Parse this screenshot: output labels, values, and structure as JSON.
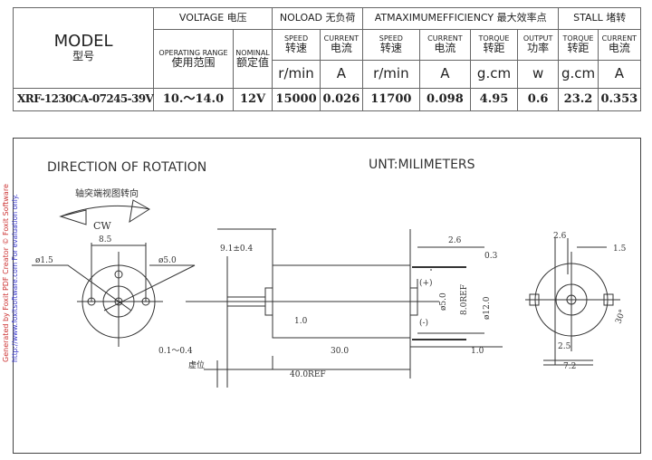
{
  "table": {
    "model_label": "MODEL",
    "model_cn": "型号",
    "voltage": "VOLTAGE 电压",
    "noload": "NOLOAD 无负荷",
    "maxeff": "ATMAXIMUMEFFICIENCY 最大效率点",
    "stall": "STALL 堵转",
    "cols": [
      {
        "en": "OPERATING RANGE",
        "cn": "使用范围",
        "unit": "",
        "value": "10.～14.0"
      },
      {
        "en": "NOMINAL",
        "cn": "额定值",
        "unit": "",
        "value": "12V"
      },
      {
        "en": "SPEED",
        "cn": "转速",
        "unit": "r/min",
        "value": "15000"
      },
      {
        "en": "CURRENT",
        "cn": "电流",
        "unit": "A",
        "value": "0.026"
      },
      {
        "en": "SPEED",
        "cn": "转速",
        "unit": "r/min",
        "value": "11700"
      },
      {
        "en": "CURRENT",
        "cn": "电流",
        "unit": "A",
        "value": "0.098"
      },
      {
        "en": "TORQUE",
        "cn": "转距",
        "unit": "g.cm",
        "value": "4.95"
      },
      {
        "en": "OUTPUT",
        "cn": "功率",
        "unit": "w",
        "value": "0.6"
      },
      {
        "en": "TORQUE",
        "cn": "转距",
        "unit": "g.cm",
        "value": "23.2"
      },
      {
        "en": "CURRENT",
        "cn": "电流",
        "unit": "A",
        "value": "0.353"
      }
    ],
    "model_value": "XRF-1230CA-07245-39V"
  },
  "drawing": {
    "direction_title": "DIRECTION OF ROTATION",
    "unit_title": "UNT:MILIMETERS",
    "view_note": "轴突端视图转向",
    "rotation": "CW",
    "dims": {
      "d85": "8.5",
      "phi15": "ø1.5",
      "phi50": "ø5.0",
      "d91": "9.1±0.4",
      "d26": "2.6",
      "d03": "0.3",
      "plus": "(+)",
      "minus": "(-)",
      "phi5": "ø5.0",
      "ref8": "8.0REF",
      "phi12": "ø12.0",
      "d10a": "1.0",
      "d0104": "0.1～0.4",
      "virtual": "虚位",
      "d30": "30.0",
      "d10b": "1.0",
      "ref40": "40.0REF",
      "r26": "2.6",
      "r15": "1.5",
      "r30deg": "30°",
      "r25": "2.5",
      "r72": "7.2"
    }
  },
  "watermark": {
    "line1": "Generated by Foxit PDF Creator © Foxit Software",
    "line2": "http://www.foxitsoftware.com   For evaluation only."
  }
}
